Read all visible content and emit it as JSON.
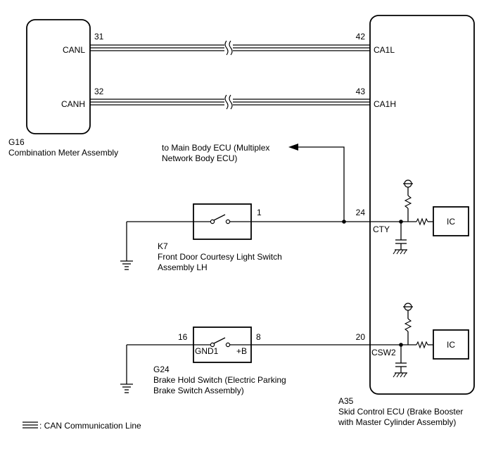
{
  "components": {
    "meter": {
      "code": "G16",
      "name": "Combination Meter Assembly",
      "pins": [
        {
          "num": "31",
          "name": "CANL"
        },
        {
          "num": "32",
          "name": "CANH"
        }
      ]
    },
    "skid_ecu": {
      "code": "A35",
      "name_line1": "Skid Control ECU (Brake Booster",
      "name_line2": "with Master Cylinder Assembly)",
      "pins": [
        {
          "num": "42",
          "name": "CA1L"
        },
        {
          "num": "43",
          "name": "CA1H"
        },
        {
          "num": "24",
          "name": "CTY"
        },
        {
          "num": "20",
          "name": "CSW2"
        }
      ],
      "ic_label": "IC"
    },
    "courtesy_switch": {
      "code": "K7",
      "name_line1": "Front Door Courtesy Light Switch",
      "name_line2": "Assembly LH",
      "pin": "1"
    },
    "brake_hold_switch": {
      "code": "G24",
      "name_line1": "Brake Hold Switch (Electric Parking",
      "name_line2": "Brake Switch Assembly)",
      "pin_left": "16",
      "pin_right": "8",
      "terminal_left": "GND1",
      "terminal_right": "+B"
    }
  },
  "external": {
    "line1": "to Main Body ECU (Multiplex",
    "line2": "Network Body ECU)"
  },
  "legend": {
    "text": ": CAN Communication Line"
  }
}
